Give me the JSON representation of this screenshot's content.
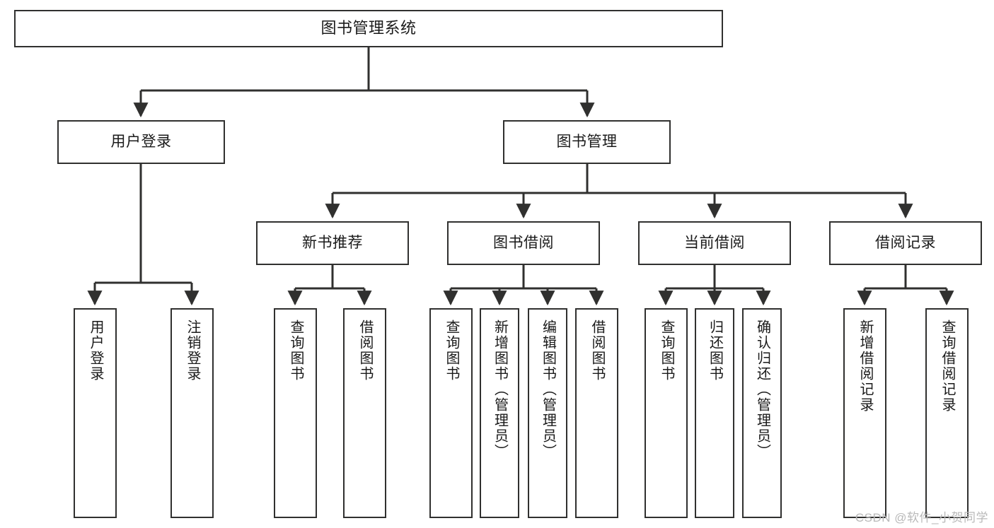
{
  "diagram": {
    "title": "图书管理系统",
    "type": "tree-hierarchy-diagram",
    "colors": {
      "box_border": "#30302f",
      "box_fill": "#ffffff",
      "edge": "#30302f",
      "text": "#1a1a1a",
      "watermark": "#b9b9b9",
      "background": "#ffffff"
    },
    "root": {
      "label": "图书管理系统"
    },
    "level2": [
      {
        "label": "用户登录"
      },
      {
        "label": "图书管理"
      }
    ],
    "level3": [
      {
        "label": "新书推荐"
      },
      {
        "label": "图书借阅"
      },
      {
        "label": "当前借阅"
      },
      {
        "label": "借阅记录"
      }
    ],
    "leaves": {
      "user_login": [
        {
          "label": "用户登录"
        },
        {
          "label": "注销登录"
        }
      ],
      "new_book_recommend": [
        {
          "label": "查询图书"
        },
        {
          "label": "借阅图书"
        }
      ],
      "book_borrow": [
        {
          "label": "查询图书"
        },
        {
          "label": "新增图书（管理员）"
        },
        {
          "label": "编辑图书（管理员）"
        },
        {
          "label": "借阅图书"
        }
      ],
      "current_borrow": [
        {
          "label": "查询图书"
        },
        {
          "label": "归还图书"
        },
        {
          "label": "确认归还（管理员）"
        }
      ],
      "borrow_record": [
        {
          "label": "新增借阅记录"
        },
        {
          "label": "查询借阅记录"
        }
      ]
    }
  },
  "watermark": {
    "text": "CSDN @软件_小贺同学"
  }
}
